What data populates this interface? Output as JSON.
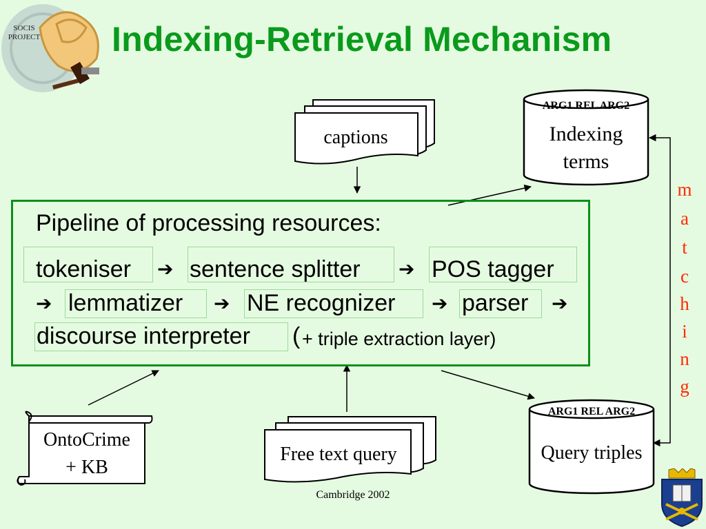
{
  "slide": {
    "title": "Indexing-Retrieval Mechanism",
    "logo_text": "SOCIS PROJECT",
    "footer": "Cambridge 2002"
  },
  "pipeline": {
    "heading": "Pipeline of processing resources:",
    "components": [
      "tokeniser",
      "sentence splitter",
      "POS tagger",
      "lemmatizer",
      "NE recognizer",
      "parser",
      "discourse interpreter"
    ],
    "arrow": "➔",
    "extra_open": "(",
    "extra_text": "+ triple extraction layer)"
  },
  "captions": {
    "label": "captions"
  },
  "indexing_db": {
    "header": "ARG1 REL ARG2",
    "line1": "Indexing",
    "line2": "terms"
  },
  "query_db": {
    "header": "ARG1 REL ARG2",
    "label": "Query triples"
  },
  "ontocrime": {
    "line1": "OntoCrime",
    "line2": "+ KB"
  },
  "free_text": {
    "label": "Free text query"
  },
  "matching": {
    "letters": [
      "m",
      "a",
      "t",
      "c",
      "h",
      "i",
      "n",
      "g"
    ]
  },
  "colors": {
    "title": "#0a9a1c",
    "frame": "#0a8f1a",
    "matching": "#ff2a00",
    "background": "#e5fbe1"
  }
}
